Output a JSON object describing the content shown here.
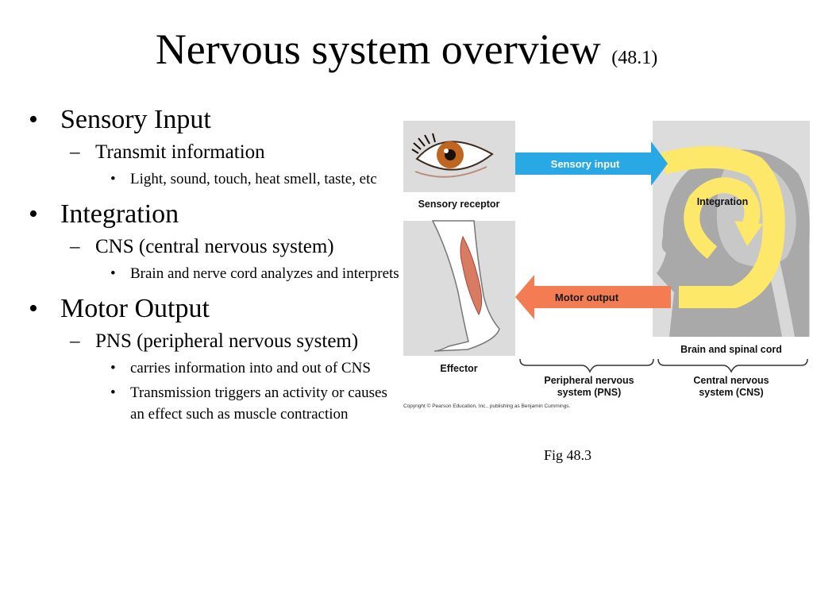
{
  "slide": {
    "title": "Nervous system overview",
    "title_ref": "(48.1)",
    "bullet_glyph": "•",
    "dash_glyph": "–",
    "sub_glyph": "•"
  },
  "outline": [
    {
      "text": "Sensory Input",
      "children": [
        {
          "text": "Transmit information",
          "children": [
            "Light, sound, touch, heat smell, taste, etc"
          ]
        }
      ]
    },
    {
      "text": "Integration",
      "children": [
        {
          "text": "CNS (central nervous system)",
          "children": [
            "Brain and nerve cord analyzes and interprets"
          ]
        }
      ]
    },
    {
      "text": "Motor Output",
      "children": [
        {
          "text": "PNS (peripheral nervous system)",
          "children": [
            "carries information into and out of CNS",
            "Transmission triggers an activity or causes an effect such as muscle contraction"
          ]
        }
      ]
    }
  ],
  "figure": {
    "sensory_receptor": "Sensory receptor",
    "effector": "Effector",
    "sensory_input": "Sensory input",
    "motor_output": "Motor output",
    "integration": "Integration",
    "brain_spinal": "Brain and spinal cord",
    "pns_line1": "Peripheral nervous",
    "pns_line2": "system (PNS)",
    "cns_line1": "Central nervous",
    "cns_line2": "system (CNS)",
    "copyright": "Copyright © Pearson Education, Inc., publishing as Benjamin Cummings.",
    "caption": "Fig 48.3",
    "colors": {
      "panel": "#dcdcdc",
      "sensory_arrow": "#29a8e6",
      "motor_arrow": "#f47c53",
      "integration": "#fde86a",
      "head": "#a9a9a9"
    }
  }
}
